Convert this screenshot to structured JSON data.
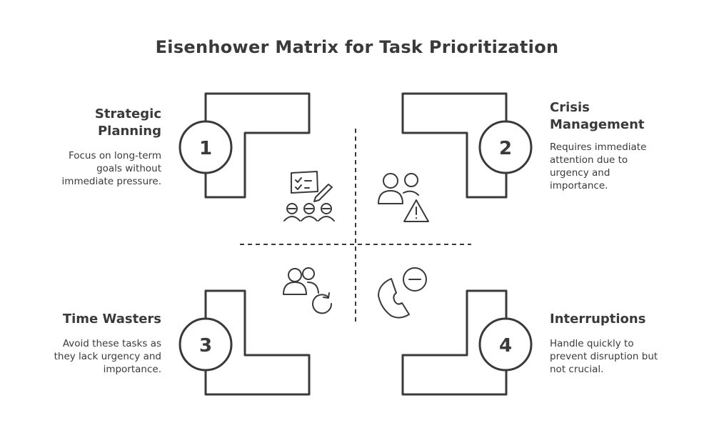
{
  "title": "Eisenhower Matrix for Task Prioritization",
  "quadrants": [
    {
      "number": "1",
      "title": "Strategic\nPlanning",
      "description": "Focus on long-term\ngoals without\nimmediate pressure.",
      "icon": "strategic-planning-icon"
    },
    {
      "number": "2",
      "title": "Crisis\nManagement",
      "description": "Requires immediate\nattention due to\nurgency and\nimportance.",
      "icon": "crisis-alert-icon"
    },
    {
      "number": "3",
      "title": "Time Wasters",
      "description": "Avoid these tasks as\nthey lack urgency and\nimportance.",
      "icon": "users-refresh-icon"
    },
    {
      "number": "4",
      "title": "Interruptions",
      "description": "Handle quickly to\nprevent disruption but\nnot crucial.",
      "icon": "phone-minus-icon"
    }
  ],
  "colors": {
    "ink": "#3a3a3a",
    "background": "#ffffff"
  }
}
